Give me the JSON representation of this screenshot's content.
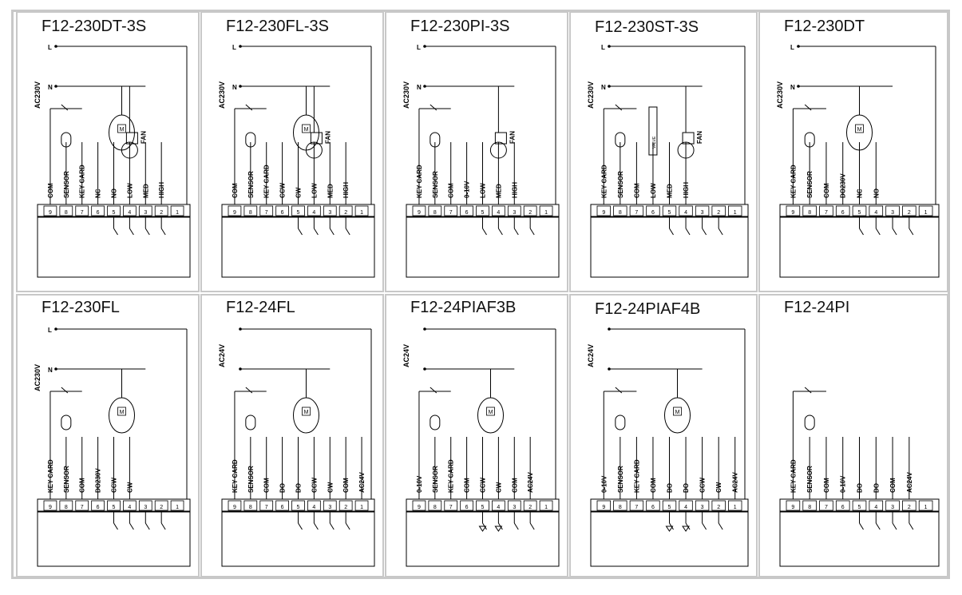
{
  "colors": {
    "frame": "#c8c8c8",
    "ink": "#000000",
    "background": "#ffffff"
  },
  "panels": [
    {
      "title": "F12-230DT-3S",
      "supply": {
        "text": "AC230V",
        "lines": [
          "L",
          "N"
        ]
      },
      "terminals": [
        "9",
        "8",
        "7",
        "6",
        "5",
        "4",
        "3",
        "2",
        "1"
      ],
      "labels": [
        "COM",
        "SENSOR",
        "KEY CARD",
        "NC",
        "NO",
        "LOW",
        "MED",
        "HIGH"
      ],
      "devices": [
        "motor-M",
        "fan"
      ],
      "device_text": {
        "motor": "M",
        "fan": "FAN"
      }
    },
    {
      "title": "F12-230FL-3S",
      "supply": {
        "text": "AC230V",
        "lines": [
          "L",
          "N"
        ]
      },
      "terminals": [
        "9",
        "8",
        "7",
        "6",
        "5",
        "4",
        "3",
        "2",
        "1"
      ],
      "labels": [
        "COM",
        "SENSOR",
        "KEY CARD",
        "CCW",
        "CW",
        "LOW",
        "MED",
        "HIGH"
      ],
      "devices": [
        "motor-M",
        "fan"
      ],
      "device_text": {
        "motor": "M",
        "fan": "FAN"
      }
    },
    {
      "title": "F12-230PI-3S",
      "supply": {
        "text": "AC230V",
        "lines": [
          "L",
          "N"
        ]
      },
      "terminals": [
        "9",
        "8",
        "7",
        "6",
        "5",
        "4",
        "3",
        "2",
        "1"
      ],
      "labels": [
        "KEY CARD",
        "SENSOR",
        "COM",
        "0-10V",
        "LOW",
        "MED",
        "HIGH"
      ],
      "devices": [
        "fan"
      ],
      "device_text": {
        "fan": "FAN"
      }
    },
    {
      "title": "F12-230ST-3S",
      "supply": {
        "text": "AC230V",
        "lines": [
          "L",
          "N"
        ]
      },
      "terminals": [
        "9",
        "8",
        "7",
        "6",
        "5",
        "4",
        "3",
        "2",
        "1"
      ],
      "labels": [
        "KEY CARD",
        "SENSOR",
        "COM",
        "LOW",
        "MED",
        "HIGH"
      ],
      "devices": [
        "valve",
        "fan"
      ],
      "device_text": {
        "valve": "VALVE",
        "fan": "FAN"
      }
    },
    {
      "title": "F12-230DT",
      "supply": {
        "text": "AC230V",
        "lines": [
          "L",
          "N"
        ]
      },
      "terminals": [
        "9",
        "8",
        "7",
        "6",
        "5",
        "4",
        "3",
        "2",
        "1"
      ],
      "labels": [
        "KEY CARD",
        "SENSOR",
        "COM",
        "DO230V",
        "NC",
        "NO"
      ],
      "devices": [
        "motor-M"
      ],
      "device_text": {
        "motor": "M"
      }
    },
    {
      "title": "F12-230FL",
      "supply": {
        "text": "AC230V",
        "lines": [
          "L",
          "N"
        ]
      },
      "terminals": [
        "9",
        "8",
        "7",
        "6",
        "5",
        "4",
        "3",
        "2",
        "1"
      ],
      "labels": [
        "KEY CARD",
        "SENSOR",
        "COM",
        "DO230V",
        "CCW",
        "CW"
      ],
      "devices": [
        "motor-M"
      ],
      "device_text": {
        "motor": "M"
      }
    },
    {
      "title": "F12-24FL",
      "supply": {
        "text": "AC24V"
      },
      "terminals": [
        "9",
        "8",
        "7",
        "6",
        "5",
        "4",
        "3",
        "2",
        "1"
      ],
      "labels": [
        "KEY CARD",
        "SENSOR",
        "COM",
        "DO",
        "DO",
        "CCW",
        "CW",
        "COM",
        "AC24V"
      ],
      "devices": [
        "motor-M"
      ],
      "device_text": {
        "motor": "M"
      }
    },
    {
      "title": "F12-24PIAF3B",
      "supply": {
        "text": "AC24V"
      },
      "terminals": [
        "9",
        "8",
        "7",
        "6",
        "5",
        "4",
        "3",
        "2",
        "1"
      ],
      "labels": [
        "0-10V",
        "SENSOR",
        "KEY CARD",
        "COM",
        "CCW",
        "CW",
        "COM",
        "AC24V"
      ],
      "devices": [
        "motor-M",
        "diodes"
      ],
      "device_text": {
        "motor": "M"
      }
    },
    {
      "title": "F12-24PIAF4B",
      "supply": {
        "text": "AC24V"
      },
      "terminals": [
        "9",
        "8",
        "7",
        "6",
        "5",
        "4",
        "3",
        "2",
        "1"
      ],
      "labels": [
        "0-10V",
        "SENSOR",
        "KEY CARD",
        "COM",
        "DO",
        "DO",
        "CCW",
        "CW",
        "AC24V"
      ],
      "devices": [
        "motor-M",
        "diodes"
      ],
      "device_text": {
        "motor": "M"
      }
    },
    {
      "title": "F12-24PI",
      "supply": null,
      "terminals": [
        "9",
        "8",
        "7",
        "6",
        "5",
        "4",
        "3",
        "2",
        "1"
      ],
      "labels": [
        "KEY CARD",
        "SENSOR",
        "COM",
        "0-10V",
        "DO",
        "DO",
        "COM",
        "AC24V"
      ],
      "devices": [],
      "device_text": {}
    }
  ]
}
